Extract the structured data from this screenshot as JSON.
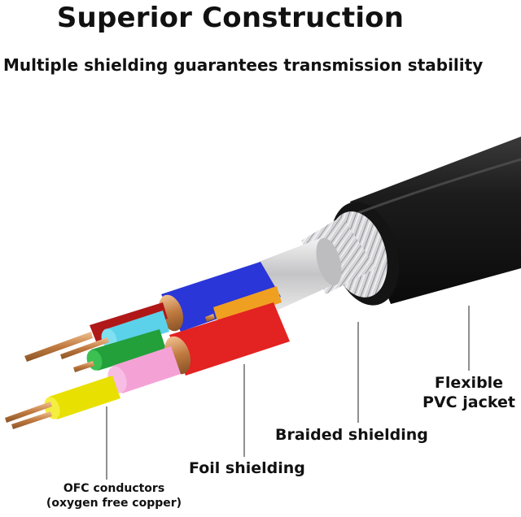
{
  "title": "Superior Construction",
  "subtitle": "Multiple shielding guarantees transmission stability",
  "labels": {
    "pvc_jacket": "Flexible PVC jacket",
    "braided": "Braided shielding",
    "foil": "Foil shielding",
    "ofc_line1": "OFC conductors",
    "ofc_line2": "(oxygen free copper)"
  },
  "colors": {
    "jacket": "#1e1e1e",
    "braid": "#c8c8cc",
    "foil": "#dcdcde",
    "copper": "#c9874e",
    "wire_blue": "#2a36d8",
    "wire_red": "#e32222",
    "wire_green": "#23a03a",
    "wire_cyan": "#5cd1ea",
    "wire_pink": "#f4a2d6",
    "wire_yellow": "#e8e000",
    "wire_orange": "#f0a020",
    "wire_darkred": "#b01818"
  }
}
